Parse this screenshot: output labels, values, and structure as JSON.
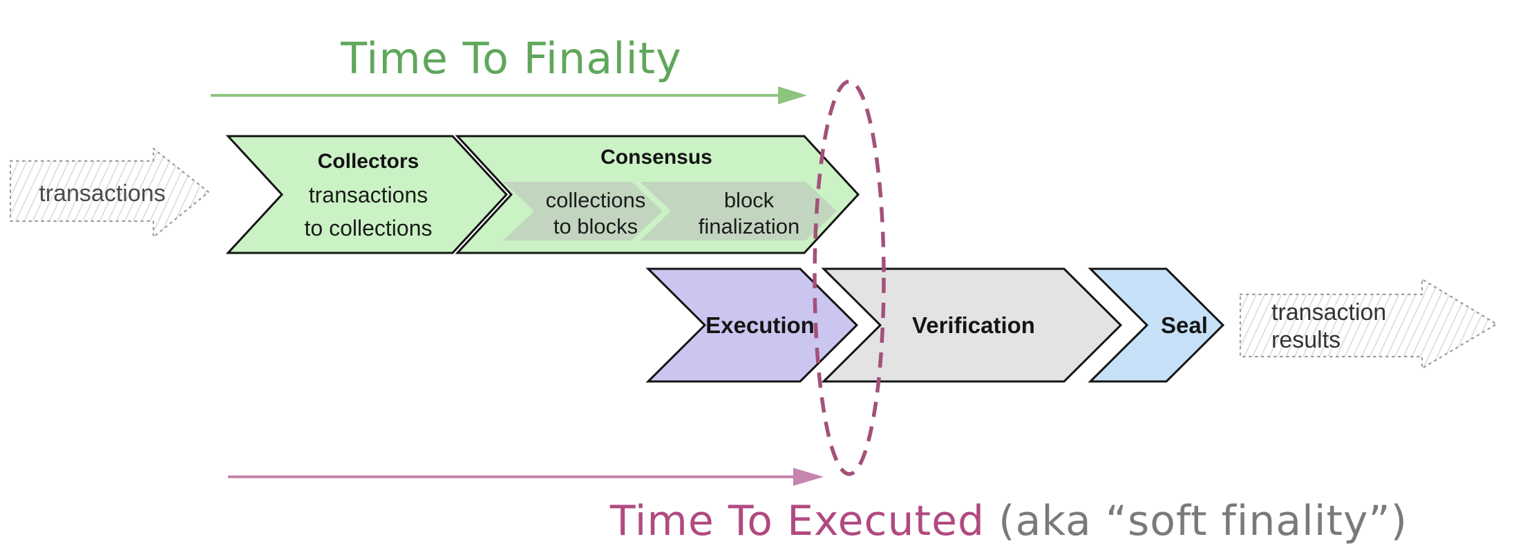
{
  "colors": {
    "title_green": "#5fa75b",
    "arrow_green": "#8cc47e",
    "chevron_green": "#cbf2c5",
    "inner_chevron": "#c2d6bf",
    "chevron_purple": "#cac6f0",
    "chevron_gray": "#e3e3e3",
    "chevron_blue": "#c6e1f7",
    "outline_ink": "#141414",
    "ellipse_maroon": "#a3517a",
    "arrow_pink": "#c585ac",
    "caption_maroon": "#b04a80",
    "caption_gray": "#7a7a7a",
    "sketch_text": "#4a4a4a"
  },
  "header": {
    "title": "Time To Finality"
  },
  "footer": {
    "title": "Time To Executed ",
    "subtitle": "(aka “soft finality”)"
  },
  "input_arrow": {
    "label": "transactions"
  },
  "output_arrow": {
    "label_line1": "transaction",
    "label_line2": "results"
  },
  "pipeline": {
    "collectors": {
      "title": "Collectors",
      "line1": "transactions",
      "line2": "to collections"
    },
    "consensus": {
      "title": "Consensus",
      "sub1": {
        "line1": "collections",
        "line2": "to blocks"
      },
      "sub2": {
        "line1": "block",
        "line2": "finalization"
      }
    },
    "execution": {
      "title": "Execution"
    },
    "verification": {
      "title": "Verification"
    },
    "seal": {
      "title": "Seal"
    }
  }
}
